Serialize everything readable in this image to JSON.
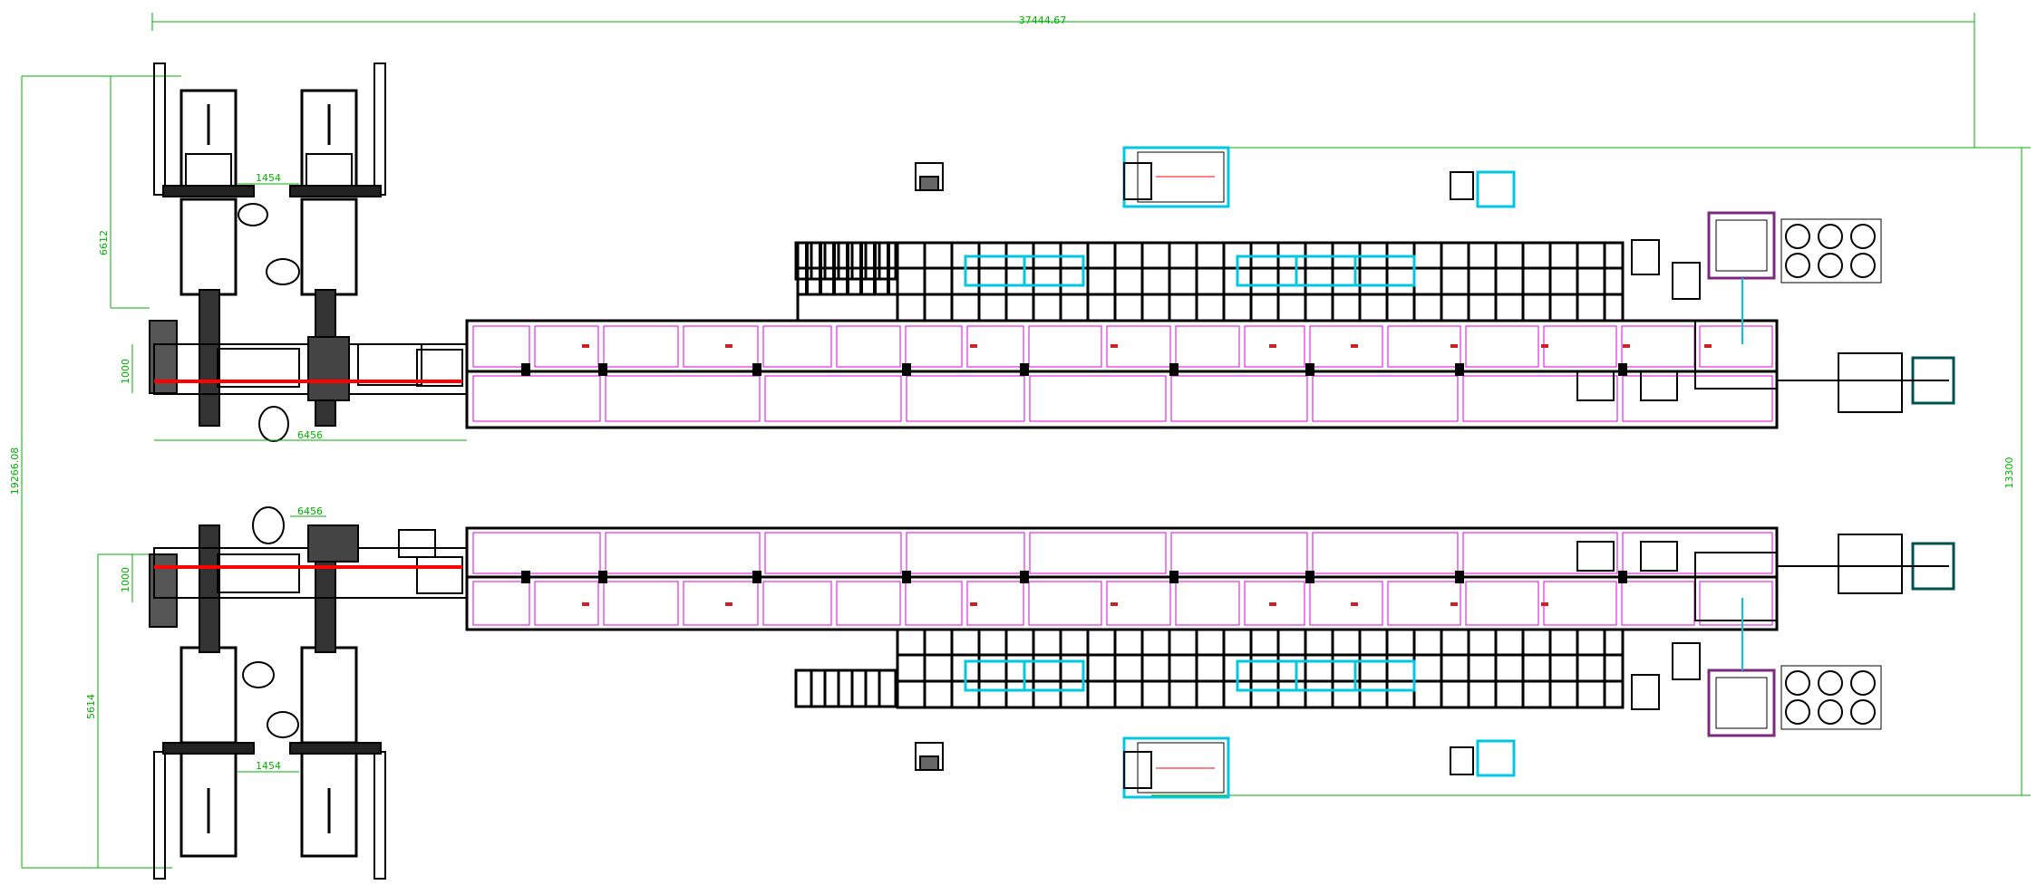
{
  "drawing": {
    "title": "",
    "dimensions": {
      "overall_width": "37444.67",
      "overall_height_left": "19266.08",
      "overall_height_right": "13300",
      "top_arm_height": "6612",
      "bottom_arm_height": "5614",
      "arm_spacing_top": "1454",
      "arm_spacing_bottom": "1454",
      "feed_width_top": "1000",
      "feed_width_bottom": "1000",
      "base_width_top": "6456",
      "base_width_bottom": "6456"
    },
    "colors": {
      "structure": "#000000",
      "panel": "#e000e0",
      "dimension": "#00b000",
      "highlight": "#00c8e0",
      "rail": "#ff0000",
      "equipment": "#7a2a7a"
    }
  }
}
